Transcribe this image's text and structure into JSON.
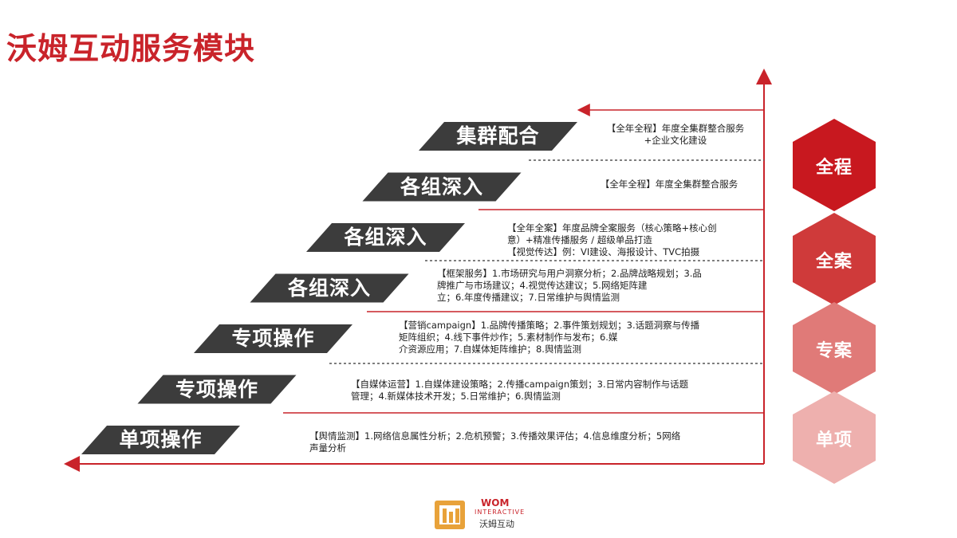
{
  "page": {
    "title": "沃姆互动服务模块"
  },
  "bars": [
    {
      "label": "集群配合",
      "desc": [
        "【全年全程】年度全集群整合服务",
        "+企业文化建设"
      ]
    },
    {
      "label": "各组深入",
      "desc": [
        "【全年全程】年度全集群整合服务"
      ]
    },
    {
      "label": "各组深入",
      "desc": [
        "【全年全案】年度品牌全案服务（核心策略+核心创",
        "意）+精准传播服务 / 超级单品打造",
        "【视觉传达】例：VI建设、海报设计、TVC拍摄"
      ]
    },
    {
      "label": "各组深入",
      "desc": [
        "【框架服务】1.市场研究与用户洞察分析；2.品牌战略规划；3.品",
        "牌推广与市场建议；4.视觉传达建议；5.网络矩阵建",
        "立；6.年度传播建议；7.日常维护与舆情监测"
      ]
    },
    {
      "label": "专项操作",
      "desc": [
        "【营销campaign】1.品牌传播策略；2.事件策划规划；3.话题洞察与传播",
        "矩阵组织；4.线下事件炒作；5.素材制作与发布；6.媒",
        "介资源应用；7.自媒体矩阵维护；8.舆情监测"
      ]
    },
    {
      "label": "专项操作",
      "desc": [
        "【自媒体运营】1.自媒体建设策略；2.传播campaign策划；3.日常内容制作与话题",
        "管理；4.新媒体技术开发；5.日常维护；6.舆情监测"
      ]
    },
    {
      "label": "单项操作",
      "desc": [
        "【舆情监测】1.网络信息属性分析；2.危机预警；3.传播效果评估；4.信息维度分析；5网络",
        "声量分析"
      ]
    }
  ],
  "levels": [
    {
      "label": "全程",
      "color": "#c8181f"
    },
    {
      "label": "全案",
      "color": "#cf3a3a"
    },
    {
      "label": "专案",
      "color": "#e07a78"
    },
    {
      "label": "单项",
      "color": "#eeb0ae"
    }
  ],
  "logo": {
    "brand": "WOM",
    "sub": "INTERACTIVE",
    "cn": "沃姆互动",
    "icon": "wom-logo-icon"
  },
  "colors": {
    "accent": "#c9232a",
    "bar": "#3c3c3c"
  }
}
